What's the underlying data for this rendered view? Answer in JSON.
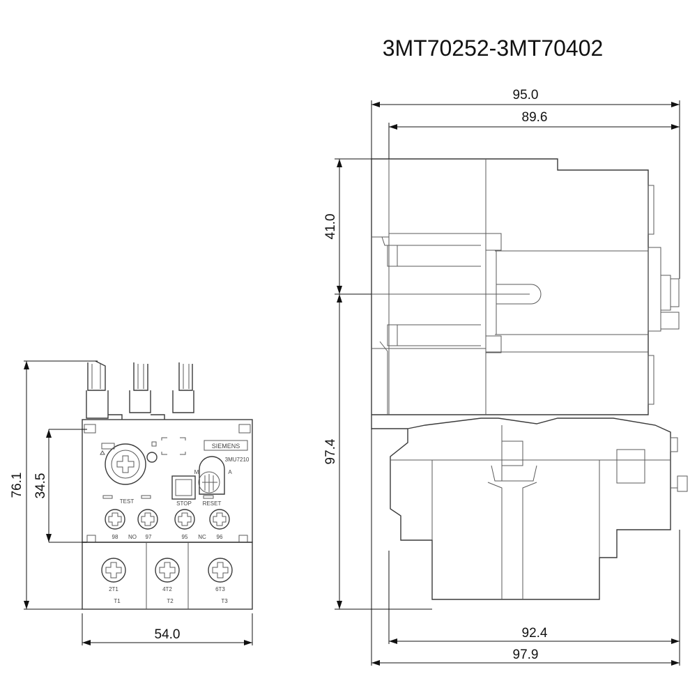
{
  "title": "3MT70252-3MT70402",
  "front_view": {
    "brand": "SIEMENS",
    "model": "3MU7210",
    "test_label": "TEST",
    "stop_label": "STOP",
    "reset_label": "RESET",
    "mode_manual": "M",
    "mode_auto": "A",
    "aux_terminals": [
      "98",
      "NO",
      "97",
      "95",
      "NC",
      "96"
    ],
    "main_terminals": [
      "2T1",
      "4T2",
      "6T3"
    ],
    "main_terminals_lower": [
      "T1",
      "T2",
      "T3"
    ],
    "dimensions": {
      "height_total": "76.1",
      "height_body": "34.5",
      "width": "54.0"
    }
  },
  "side_view": {
    "dimensions": {
      "width_top_outer": "95.0",
      "width_top_inner": "89.6",
      "height_upper": "41.0",
      "height_lower": "97.4",
      "width_bottom_inner": "92.4",
      "width_bottom_outer": "97.9"
    }
  }
}
